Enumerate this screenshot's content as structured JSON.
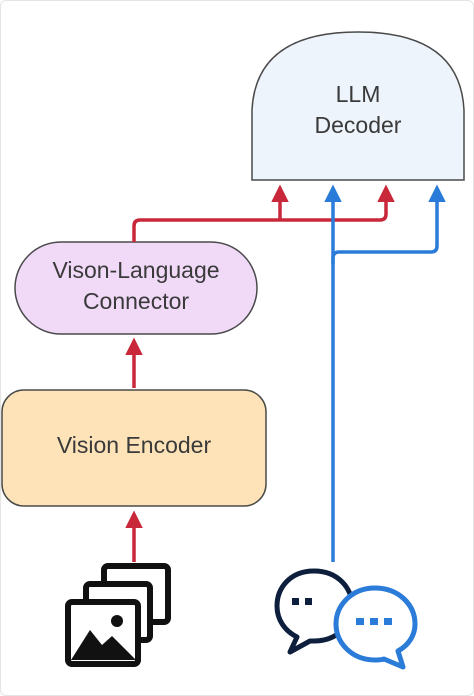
{
  "diagram": {
    "llm_decoder": {
      "line1": "LLM",
      "line2": "Decoder",
      "fill": "#eef4fb",
      "stroke": "#4a4a4a"
    },
    "connector": {
      "line1": "Vison-Language",
      "line2": "Connector",
      "fill": "#f1d9f8",
      "stroke": "#4a4a4a"
    },
    "vision_encoder": {
      "label": "Vision Encoder",
      "fill": "#fde3b7",
      "stroke": "#4a4a4a"
    },
    "image_input": {
      "icon": "image-stack-icon"
    },
    "text_input": {
      "icon": "chat-bubbles-icon"
    },
    "colors": {
      "vision_path": "#c8283a",
      "text_path": "#2b7bd8",
      "icon_dark": "#111111",
      "icon_navy": "#0d1f3c",
      "icon_blue": "#2b7bd8"
    }
  }
}
